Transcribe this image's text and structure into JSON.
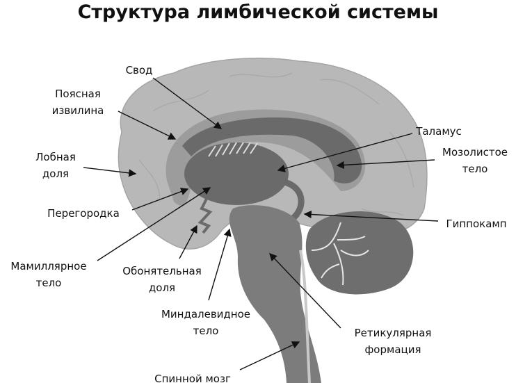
{
  "title": "Структура лимбической системы",
  "labels": {
    "svod": "Свод",
    "poyasnaya_1": "Поясная",
    "poyasnaya_2": "извилина",
    "lobnaya_1": "Лобная",
    "lobnaya_2": "доля",
    "peregorodka": "Перегородка",
    "mamill_1": "Мамиллярное",
    "mamill_2": "тело",
    "obonyat_1": "Обонятельная",
    "obonyat_2": "доля",
    "mindal_1": "Миндалевидное",
    "mindal_2": "тело",
    "spinnoy": "Спинной мозг",
    "talamus": "Таламус",
    "mozol_1": "Мозолистое",
    "mozol_2": "тело",
    "gippokamp": "Гиппокамп",
    "retik_1": "Ретикулярная",
    "retik_2": "формация"
  },
  "colors": {
    "cerebrum": "#b8b8b8",
    "limbic": "#9c9c9c",
    "dark": "#6a6a6a",
    "stem": "#7c7c7c"
  }
}
